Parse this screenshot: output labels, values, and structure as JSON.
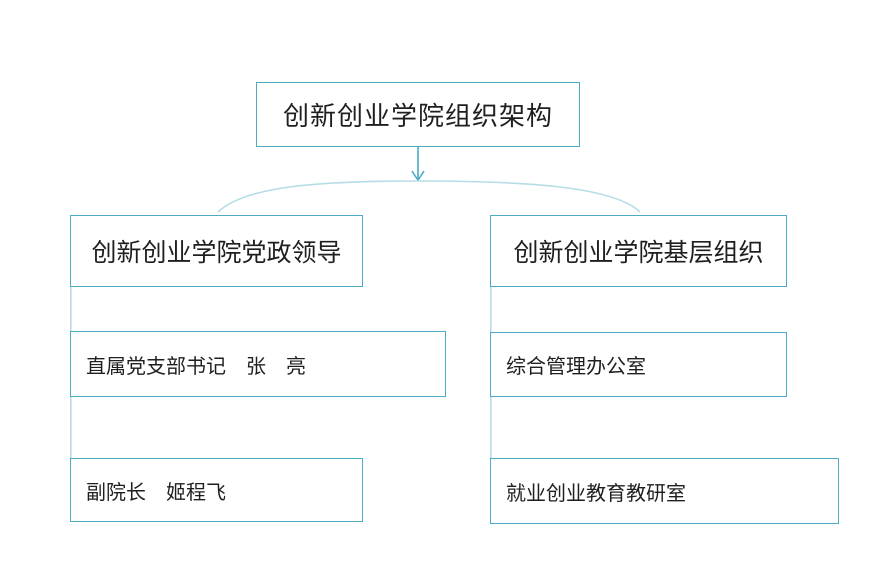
{
  "diagram": {
    "root": {
      "label": "创新创业学院组织架构"
    },
    "branches": [
      {
        "header": "创新创业学院党政领导",
        "children": [
          "直属党支部书记　张　亮",
          "副院长　姬程飞"
        ]
      },
      {
        "header": "创新创业学院基层组织",
        "children": [
          "综合管理办公室",
          "就业创业教育教研室"
        ]
      }
    ]
  },
  "colors": {
    "border": "#4bacc6",
    "arrow": "#4bacc6",
    "arc": "#b6dde6",
    "text": "#1f1f1f",
    "bg": "#ffffff"
  }
}
